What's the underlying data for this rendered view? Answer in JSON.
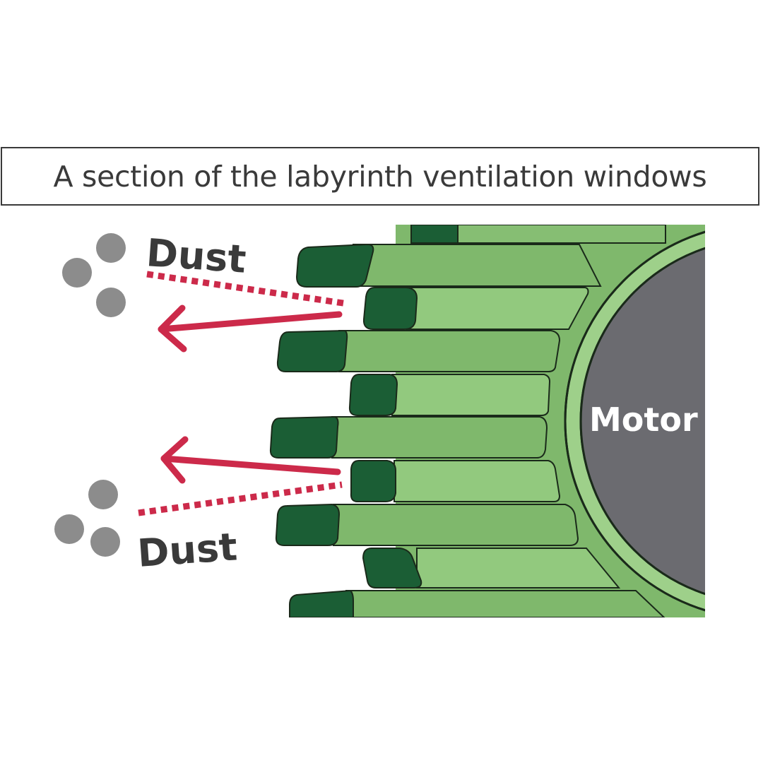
{
  "title": "A section of the labyrinth ventilation windows",
  "labels": {
    "dust_top": "Dust",
    "dust_bottom": "Dust",
    "motor": "Motor"
  },
  "colors": {
    "fin_light": "#8cc47a",
    "fin_mid": "#79b368",
    "fin_tip": "#1b5e35",
    "outline": "#1a2a1a",
    "ring": "#9ed08a",
    "motor": "#6b6b70",
    "arrow": "#cc2a4a",
    "dust": "#8c8c8c",
    "text": "#3a3a3a"
  }
}
